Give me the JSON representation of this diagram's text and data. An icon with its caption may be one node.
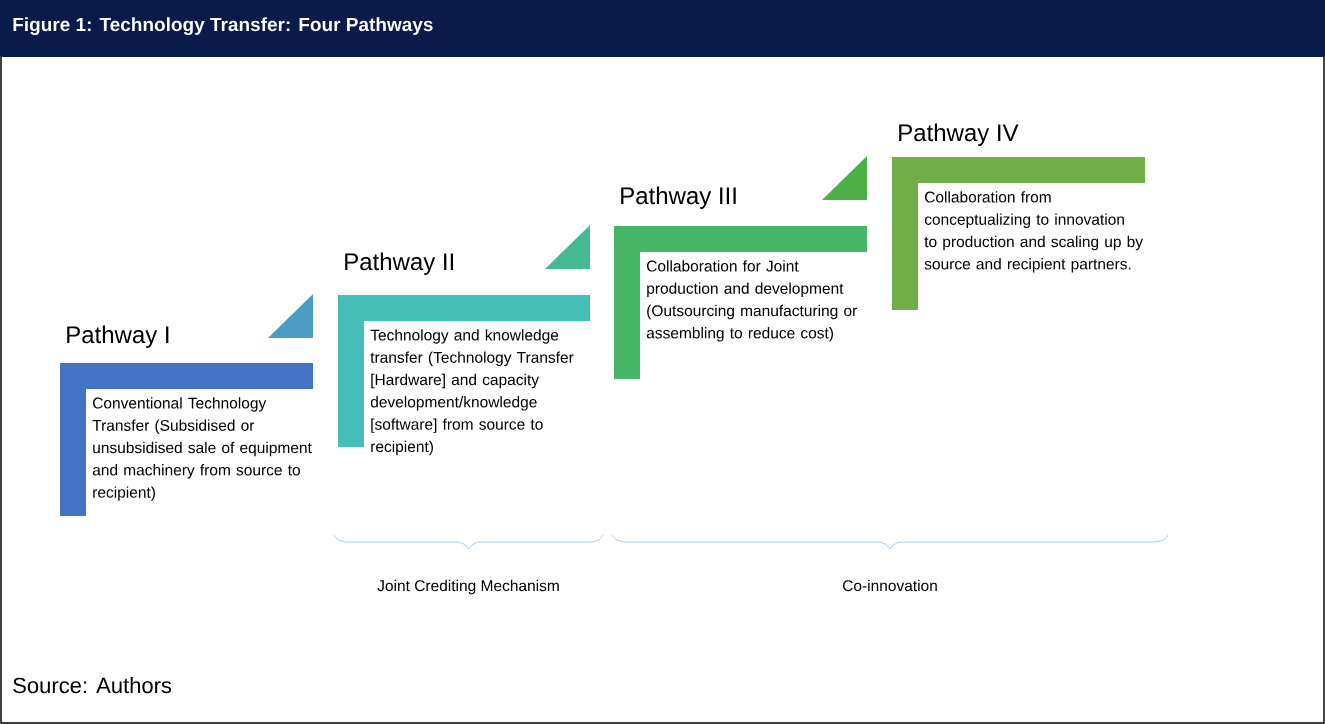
{
  "diagram": {
    "title": "Figure 1: Technology Transfer: Four Pathways",
    "nodes": [
      {
        "text": [
          "Pathway I",
          "Conventional Technology Transfer (Subsidised or unsubsidised sale of equipment and machinery from source to recipient)"
        ]
      },
      {
        "text": [
          "Pathway II",
          "Technology and knowledge transfer (Technology Transfer [Hardware] and capacity development/knowledge [software] from source to recipient)"
        ]
      },
      {
        "text": [
          "Pathway III",
          "Collaboration for Joint production and development (Outsourcing manufacturing or assembling to reduce cost)"
        ]
      },
      {
        "text": [
          "Pathway IV",
          "Collaboration from conceptualizing to innovation to production and scaling up by source and recipient partners."
        ]
      }
    ],
    "labels": [
      "Joint Crediting Mechanism",
      "Co-innovation"
    ],
    "caption": "Source: Authors"
  }
}
